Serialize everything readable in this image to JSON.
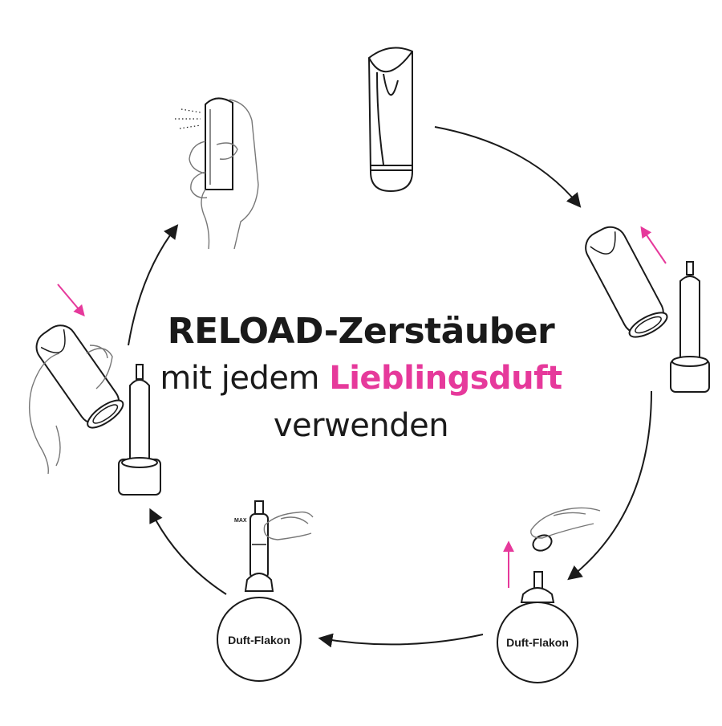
{
  "title": {
    "line1": "RELOAD-Zerstäuber",
    "line2_prefix": "mit jedem ",
    "line2_highlight": "Lieblingsduft",
    "line3": "verwenden"
  },
  "labels": {
    "flakon_right": "Duft-Flakon",
    "flakon_left": "Duft-Flakon",
    "max": "MAX"
  },
  "colors": {
    "ink": "#1a1a1a",
    "accent": "#e6399b",
    "skin_line": "#777777"
  }
}
